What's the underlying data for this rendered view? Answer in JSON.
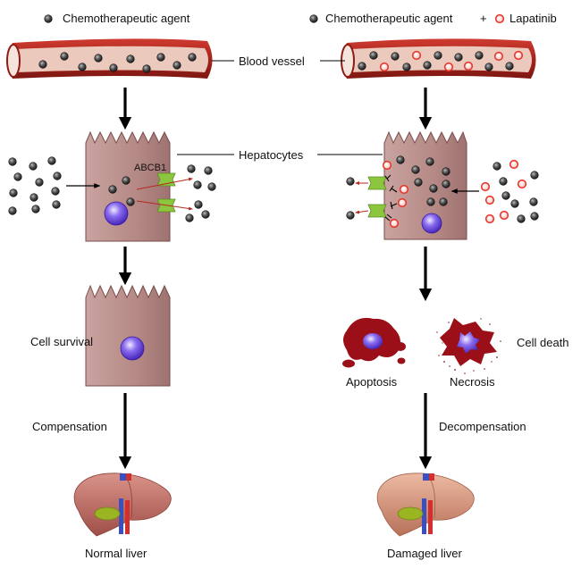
{
  "legend": {
    "left_agent": "Chemotherapeutic agent",
    "right_agent": "Chemotherapeutic agent",
    "plus": "+",
    "right_drug": "Lapatinib"
  },
  "labels": {
    "blood_vessel": "Blood vessel",
    "hepatocytes": "Hepatocytes",
    "transporter": "ABCB1",
    "cell_survival": "Cell survival",
    "cell_death": "Cell death",
    "apoptosis": "Apoptosis",
    "necrosis": "Necrosis",
    "compensation": "Compensation",
    "decompensation": "Decompensation",
    "normal_liver": "Normal liver",
    "damaged_liver": "Damaged liver"
  },
  "colors": {
    "vessel": "#b52a22",
    "vessel_inner": "#ecc9bd",
    "cell_fill": "#b98e8a",
    "nucleus": "#6a3de0",
    "transporter": "#8cc63f",
    "drug_black": "#3b3b3b",
    "drug_red": "#e8382e",
    "dead_cell": "#9b0f18",
    "liver_normal": "#c4766b",
    "liver_damaged": "#d6997f"
  }
}
